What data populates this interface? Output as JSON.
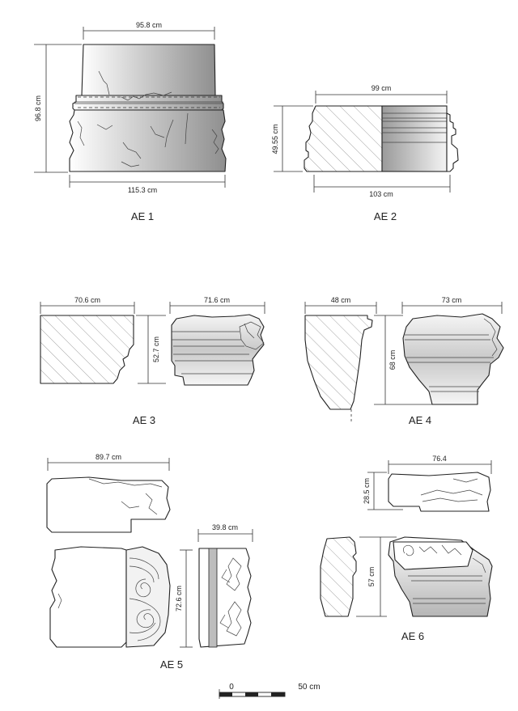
{
  "fragments": [
    {
      "id": "AE 1",
      "dims": {
        "top": "95.8 cm",
        "left": "96.8 cm",
        "bottom": "115.3 cm"
      }
    },
    {
      "id": "AE 2",
      "dims": {
        "top": "99 cm",
        "left": "49.55 cm",
        "bottom": "103 cm"
      }
    },
    {
      "id": "AE 3",
      "dims": {
        "top_a": "70.6 cm",
        "middle": "52.7 cm",
        "top_b": "71.6 cm"
      }
    },
    {
      "id": "AE 4",
      "dims": {
        "top_a": "48 cm",
        "middle": "68 cm",
        "top_b": "73 cm"
      }
    },
    {
      "id": "AE 5",
      "dims": {
        "top": "89.7 cm",
        "middle": "72.6 cm",
        "right": "39.8 cm"
      }
    },
    {
      "id": "AE 6",
      "dims": {
        "top": "76.4",
        "upper": "28.5 cm",
        "lower": "57 cm"
      }
    }
  ],
  "scale": {
    "start": "0",
    "end": "50 cm"
  },
  "colors": {
    "ink": "#222222",
    "shade_dark": "#9a9a9a",
    "shade_light": "#ffffff"
  }
}
